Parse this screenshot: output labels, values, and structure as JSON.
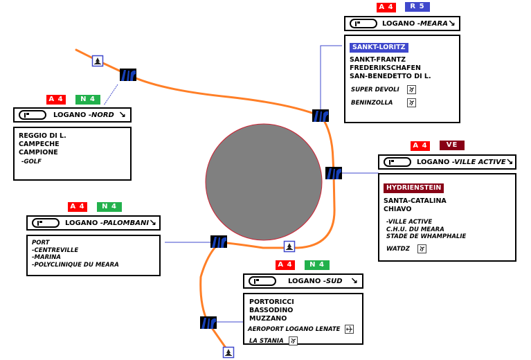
{
  "colors": {
    "road": "#ff7f27",
    "roundabout_fill": "#808080",
    "roundabout_stroke": "#cc2233",
    "leader_line": "#3f48cc",
    "badge_a4": "#ff0000",
    "badge_n4": "#22b14c",
    "badge_r5": "#3f48cc",
    "badge_ve": "#880015"
  },
  "signs": {
    "nord": {
      "badges": [
        "A 4",
        "N 4"
      ],
      "header": {
        "city": "LOGANO",
        "direction": "-NORD"
      },
      "destinations": [
        "REGGIO DI L.",
        "CAMPECHE",
        "CAMPIONE"
      ],
      "sub_destinations": [
        "-GOLF"
      ]
    },
    "meara": {
      "badges": [
        "A 4",
        "R 5"
      ],
      "header": {
        "city": "LOGANO",
        "direction": "-MEARA"
      },
      "highlight": "SANKT-LORITZ",
      "destinations": [
        "SANKT-FRANTZ",
        "FREDERIKSCHAFEN",
        "SAN-BENEDETTO DI L."
      ],
      "poi": [
        {
          "label": "SUPER DEVOLI",
          "icon": "hiking-icon"
        },
        {
          "label": "BENINZOLLA",
          "icon": "hiking-icon"
        }
      ]
    },
    "ville_active": {
      "badges": [
        "A 4",
        "VE"
      ],
      "header": {
        "city": "LOGANO",
        "direction": "-VILLE ACTIVE"
      },
      "highlight": "HYDRIENSTEIN",
      "destinations": [
        "SANTA-CATALINA",
        "CHIAVO"
      ],
      "sub_destinations": [
        "-VILLE ACTIVE",
        "C.H.U. DU MEARA",
        "STADE DE WHAMPHALIE"
      ],
      "poi": [
        {
          "label": "WATDZ",
          "icon": "hiking-icon"
        }
      ]
    },
    "palombani": {
      "badges": [
        "A 4",
        "N 4"
      ],
      "header": {
        "city": "LOGANO",
        "direction": "-PALOMBANI"
      },
      "sub_destinations": [
        "PORT",
        "-CENTREVILLE",
        "-MARINA",
        "-POLYCLINIQUE DU MEARA"
      ]
    },
    "sud": {
      "badges": [
        "A 4",
        "N 4"
      ],
      "header": {
        "city": "LOGANO",
        "direction": "-SUD"
      },
      "destinations": [
        "PORTORICCI",
        "BASSODINO",
        "MUZZANO"
      ],
      "poi": [
        {
          "label": "AEROPORT LOGANO LENATE",
          "icon": "airport-icon"
        },
        {
          "label": "LA STANIA",
          "icon": "hiking-icon"
        }
      ]
    }
  }
}
